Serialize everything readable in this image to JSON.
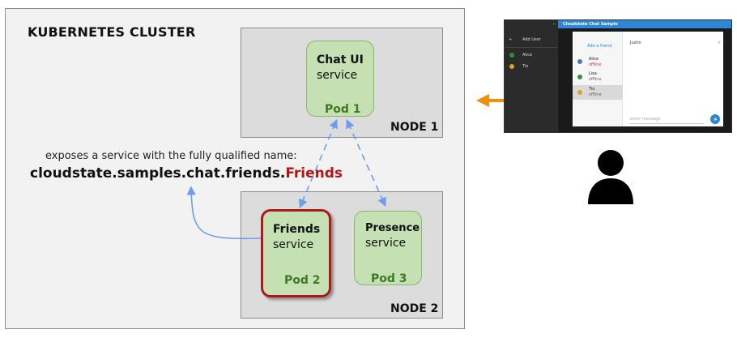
{
  "cluster": {
    "title": "KUBERNETES CLUSTER"
  },
  "nodes": [
    {
      "label": "NODE 1"
    },
    {
      "label": "NODE 2"
    }
  ],
  "pods": [
    {
      "name": "Chat UI",
      "type": "service",
      "pod": "Pod 1"
    },
    {
      "name": "Friends",
      "type": "service",
      "pod": "Pod 2"
    },
    {
      "name": "Presence",
      "type": "service",
      "pod": "Pod 3"
    }
  ],
  "exposes": {
    "text": "exposes a service with the fully qualified name:",
    "fqn_prefix": "cloudstate.samples.chat.friends.",
    "fqn_highlight": "Friends"
  },
  "chat_app": {
    "title": "Cloudstate Chat Sample",
    "add_user": "Add User",
    "sidebar_users": [
      "Alice",
      "Tio"
    ],
    "add_friend": "Add a friend",
    "friends": [
      {
        "name": "Alice",
        "status": "offline"
      },
      {
        "name": "Lisa",
        "status": "offline"
      },
      {
        "name": "Tio",
        "status": "offline"
      }
    ],
    "chat_with": "Justin",
    "close": "×",
    "message_placeholder": "enter message"
  },
  "colors": {
    "arrow_blue": "#6d9eeb",
    "arrow_orange": "#f0900a",
    "highlight_red": "#b01818",
    "pod_green": "#c5e0b3",
    "pod_text_green": "#3d7a22"
  }
}
